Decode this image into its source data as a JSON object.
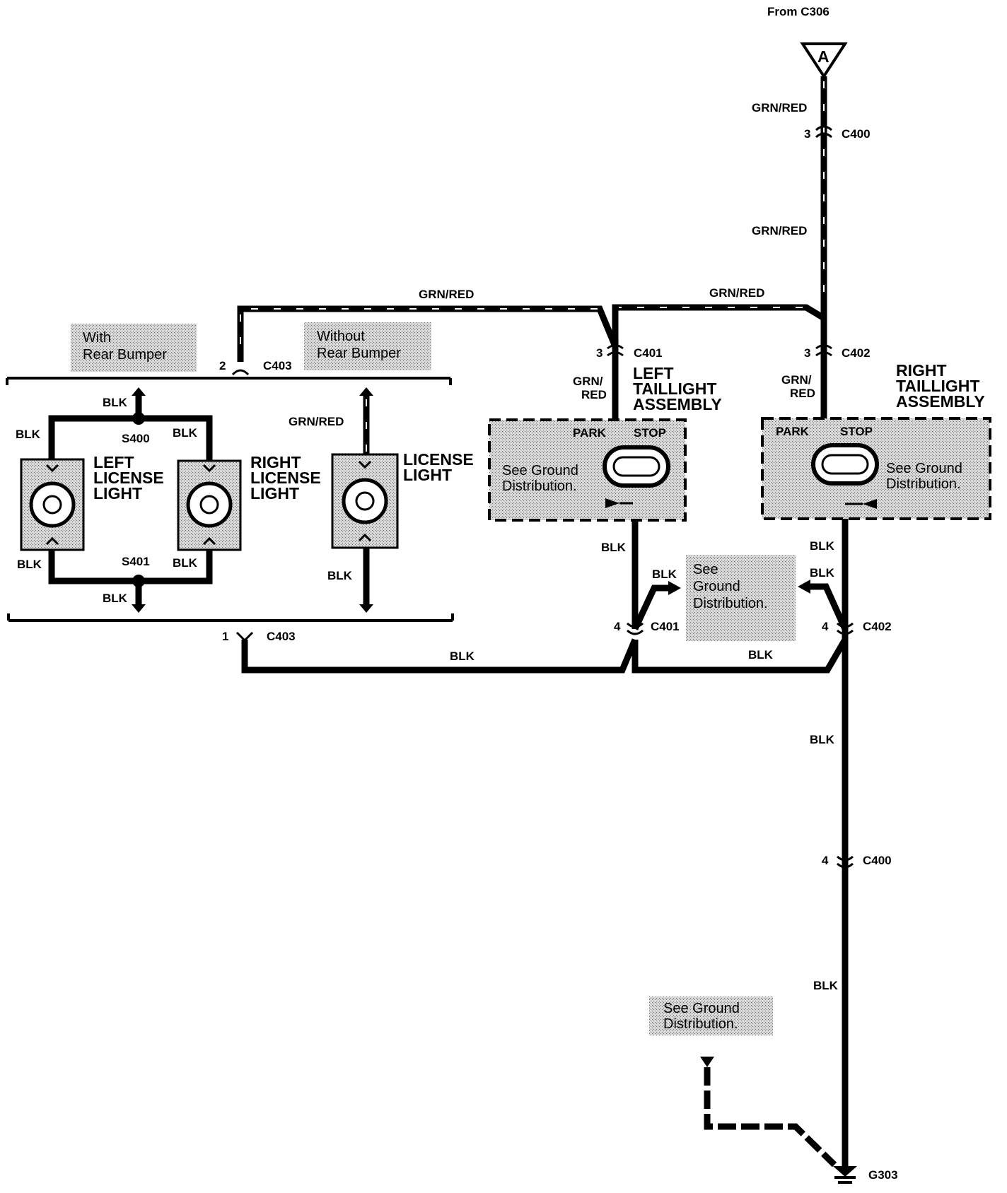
{
  "header": {
    "from_label": "From C306",
    "terminal_letter": "A"
  },
  "wire_colors": {
    "grn_red_c400_top": "GRN/RED",
    "grn_red_mid": "GRN/RED",
    "grn_red_left_top": "GRN/RED",
    "grn_red_right_top": "GRN/RED",
    "grn_red_license": "GRN/RED",
    "grn_red_c401_a": "GRN/",
    "grn_red_c401_b": "RED",
    "grn_red_c402_a": "GRN/",
    "grn_red_c402_b": "RED",
    "blk_s400_up": "BLK",
    "blk_s400_left": "BLK",
    "blk_s400_right": "BLK",
    "blk_s401_left": "BLK",
    "blk_s401_right": "BLK",
    "blk_s401_down": "BLK",
    "blk_license": "BLK",
    "blk_c401_top": "BLK",
    "blk_c401_side": "BLK",
    "blk_c402_top": "BLK",
    "blk_c402_side": "BLK",
    "blk_bottom_left": "BLK",
    "blk_bottom_mid": "BLK",
    "blk_lower1": "BLK",
    "blk_lower2": "BLK"
  },
  "connectors": {
    "c400_top": {
      "pin": "3",
      "name": "C400"
    },
    "c401_top": {
      "pin": "3",
      "name": "C401"
    },
    "c402_top": {
      "pin": "3",
      "name": "C402"
    },
    "c403_top": {
      "pin": "2",
      "name": "C403"
    },
    "c403_bottom": {
      "pin": "1",
      "name": "C403"
    },
    "c401_bottom": {
      "pin": "4",
      "name": "C401"
    },
    "c402_bottom": {
      "pin": "4",
      "name": "C402"
    },
    "c400_bottom": {
      "pin": "4",
      "name": "C400"
    }
  },
  "splices": {
    "s400": "S400",
    "s401": "S401"
  },
  "ground": {
    "name": "G303"
  },
  "notes": {
    "with_bumper_1": "With",
    "with_bumper_2": "Rear Bumper",
    "without_bumper_1": "Without",
    "without_bumper_2": "Rear Bumper",
    "ground_mid_1": "See",
    "ground_mid_2": "Ground",
    "ground_mid_3": "Distribution.",
    "ground_bottom_1": "See Ground",
    "ground_bottom_2": "Distribution."
  },
  "components": {
    "left_license": [
      "LEFT",
      "LICENSE",
      "LIGHT"
    ],
    "right_license": [
      "RIGHT",
      "LICENSE",
      "LIGHT"
    ],
    "license": [
      "LICENSE",
      "LIGHT"
    ],
    "left_taillight": {
      "title": [
        "LEFT",
        "TAILLIGHT",
        "ASSEMBLY"
      ],
      "park": "PARK",
      "stop": "STOP",
      "note": [
        "See Ground",
        "Distribution."
      ]
    },
    "right_taillight": {
      "title": [
        "RIGHT",
        "TAILLIGHT",
        "ASSEMBLY"
      ],
      "park": "PARK",
      "stop": "STOP",
      "note": [
        "See Ground",
        "Distribution."
      ]
    }
  }
}
